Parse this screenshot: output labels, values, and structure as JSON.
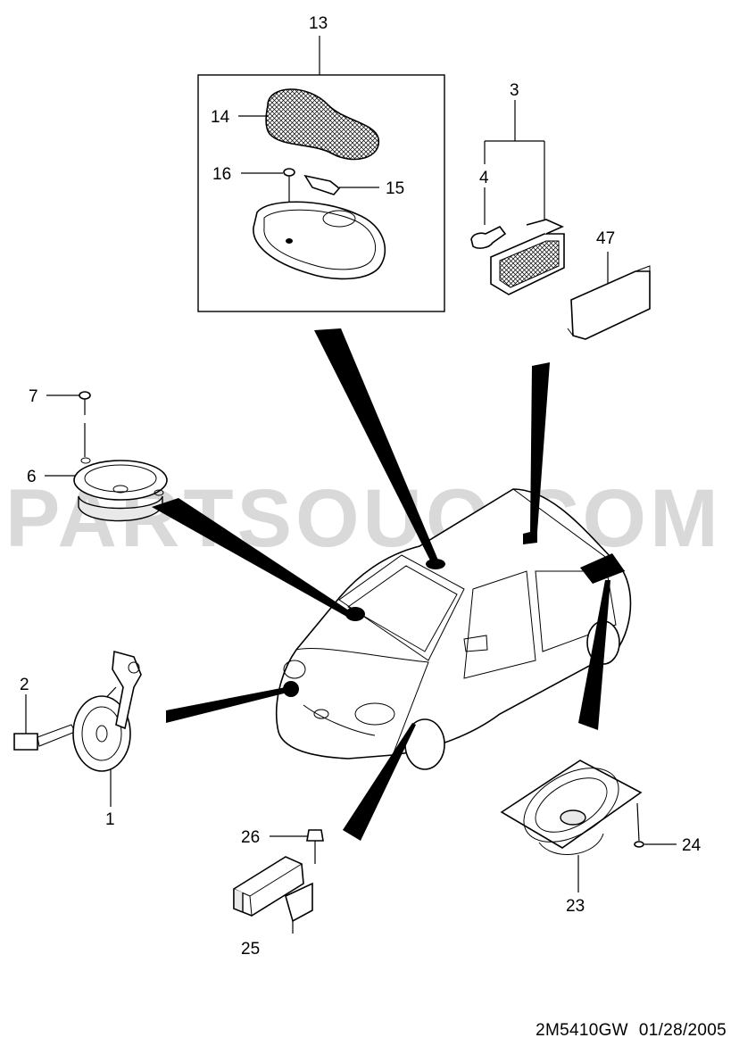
{
  "watermark": "PARTSOUQ.COM",
  "callouts": {
    "c13": "13",
    "c14": "14",
    "c16": "16",
    "c15": "15",
    "c3": "3",
    "c4": "4",
    "c47": "47",
    "c7": "7",
    "c6": "6",
    "c2": "2",
    "c1": "1",
    "c26": "26",
    "c25": "25",
    "c23": "23",
    "c24": "24"
  },
  "footer": {
    "code": "2M5410GW",
    "date": "01/28/2005"
  }
}
